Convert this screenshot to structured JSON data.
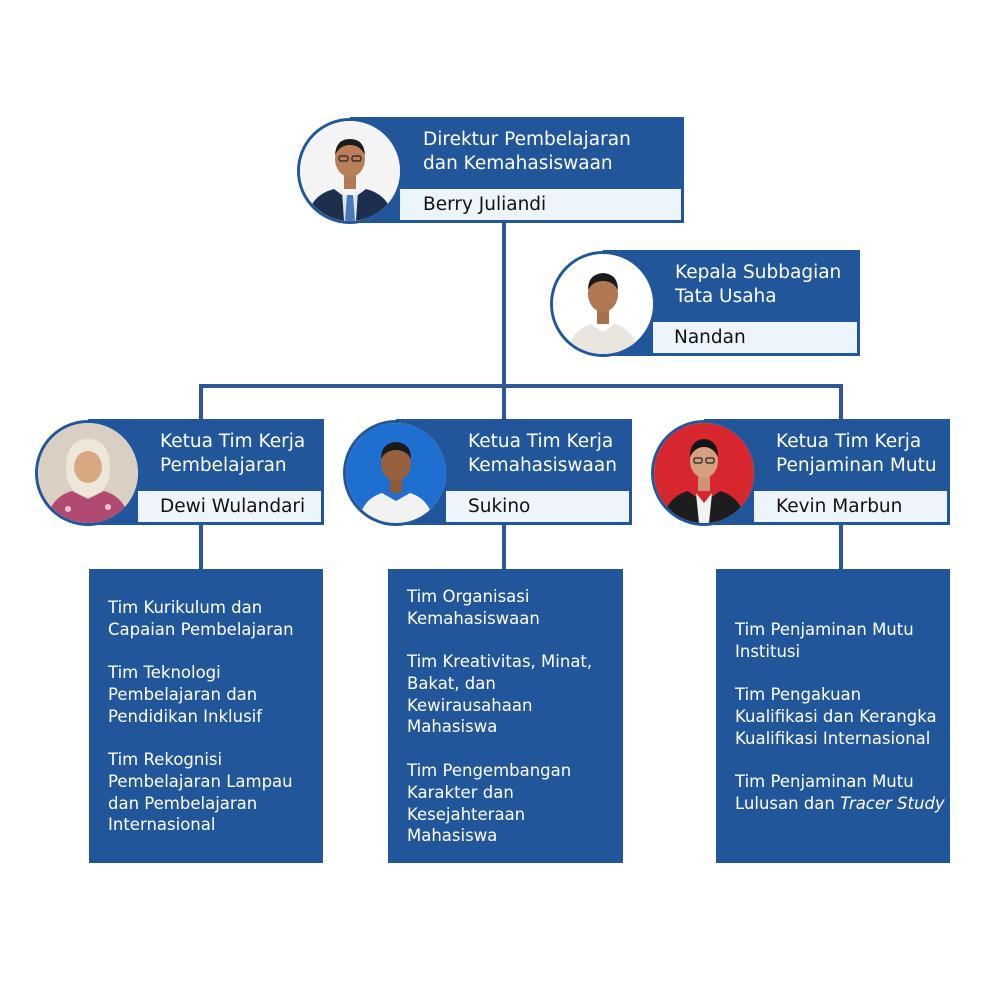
{
  "director": {
    "role": "Direktur Pembelajaran\ndan Kemahasiswaan",
    "name": "Berry Juliandi"
  },
  "subbag": {
    "role": "Kepala Subbagian\nTata Usaha",
    "name": "Nandan"
  },
  "leads": [
    {
      "role": "Ketua Tim Kerja\nPembelajaran",
      "name": "Dewi Wulandari",
      "teams": [
        "Tim Kurikulum dan\nCapaian Pembelajaran",
        "Tim Teknologi\nPembelajaran dan\nPendidikan Inklusif",
        "Tim Rekognisi\nPembelajaran Lampau\ndan Pembelajaran\nInternasional"
      ]
    },
    {
      "role": "Ketua Tim Kerja\nKemahasiswaan",
      "name": "Sukino",
      "teams": [
        "Tim Organisasi\nKemahasiswaan",
        "Tim Kreativitas, Minat,\nBakat, dan\nKewirausahaan\nMahasiswa",
        "Tim Pengembangan\nKarakter dan\nKesejahteraan\nMahasiswa"
      ]
    },
    {
      "role": "Ketua Tim Kerja\nPenjaminan Mutu",
      "name": "Kevin Marbun",
      "teams": [
        "Tim Penjaminan Mutu\nInstitusi",
        "Tim Pengakuan\nKualifikasi dan Kerangka\nKualifikasi Internasional",
        "Tim Penjaminan Mutu\nLulusan dan ",
        "Tracer Study"
      ]
    }
  ]
}
